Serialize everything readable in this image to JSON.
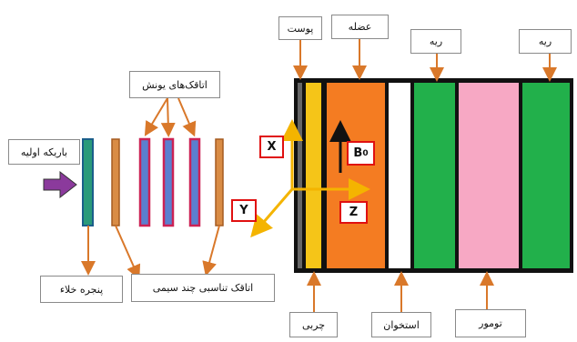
{
  "labels": {
    "primary_beam": "باریکه اولیه",
    "ion_chambers": "اتاقک‌های یونش",
    "vacuum_window": "پنجره خلاء",
    "multiwire_chamber": "اتاقک تناسبی چند سیمی",
    "skin": "پوست",
    "muscle": "عضله",
    "lung_1": "ریه",
    "lung_2": "ریه",
    "fat": "چربی",
    "bone": "استخوان",
    "tumor": "تومور"
  },
  "axes": {
    "x": "X",
    "y": "Y",
    "z": "Z",
    "b0_base": "B",
    "b0_sub": "0"
  },
  "colors": {
    "arrow_beam": "#8b3a9c",
    "vacuum_window": "#2a9a7a",
    "ion_chamber_frame": "#cc2255",
    "ion_chamber_core": "#5b7fcf",
    "multiwire": "#d98c45",
    "skin": "#666666",
    "fat": "#f5c518",
    "muscle": "#f47c22",
    "bone": "#ffffff",
    "lung": "#22b04b",
    "tumor": "#f7a8c4",
    "pointer": "#d9782a",
    "axis_arrow": "#f4b400",
    "axis_box": "#e01010"
  }
}
